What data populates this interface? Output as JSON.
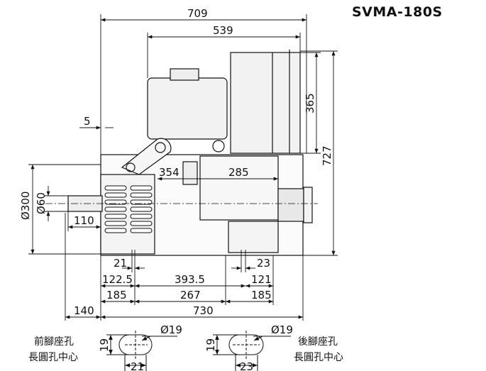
{
  "title": "SVMA-180S",
  "dimensions": {
    "total_length": "709",
    "blower_length": "539",
    "blower_height": "365",
    "total_height": "727",
    "offset": "5",
    "base_offset": "354",
    "box_width": "285",
    "flange_diameter": "Ø300",
    "shaft_diameter": "Ø60",
    "shaft_length": "110",
    "front_slot_width": "21",
    "rear_slot_width": "23",
    "front_edge": "122.5",
    "center_span": "393.5",
    "rear_edge": "121",
    "front_base": "185",
    "mid_base": "267",
    "rear_base": "185",
    "front_overhang": "140",
    "base_total": "730",
    "hole_diameter": "Ø19",
    "slot_height": "19"
  },
  "labels": {
    "front_hole_line1": "前腳座孔",
    "front_hole_line2": "長圓孔中心",
    "rear_hole_line1": "後腳座孔",
    "rear_hole_line2": "長圓孔中心"
  },
  "colors": {
    "line": "#111111",
    "fill_light": "#f4f4f4",
    "fill_mid": "#e6e6e6"
  }
}
